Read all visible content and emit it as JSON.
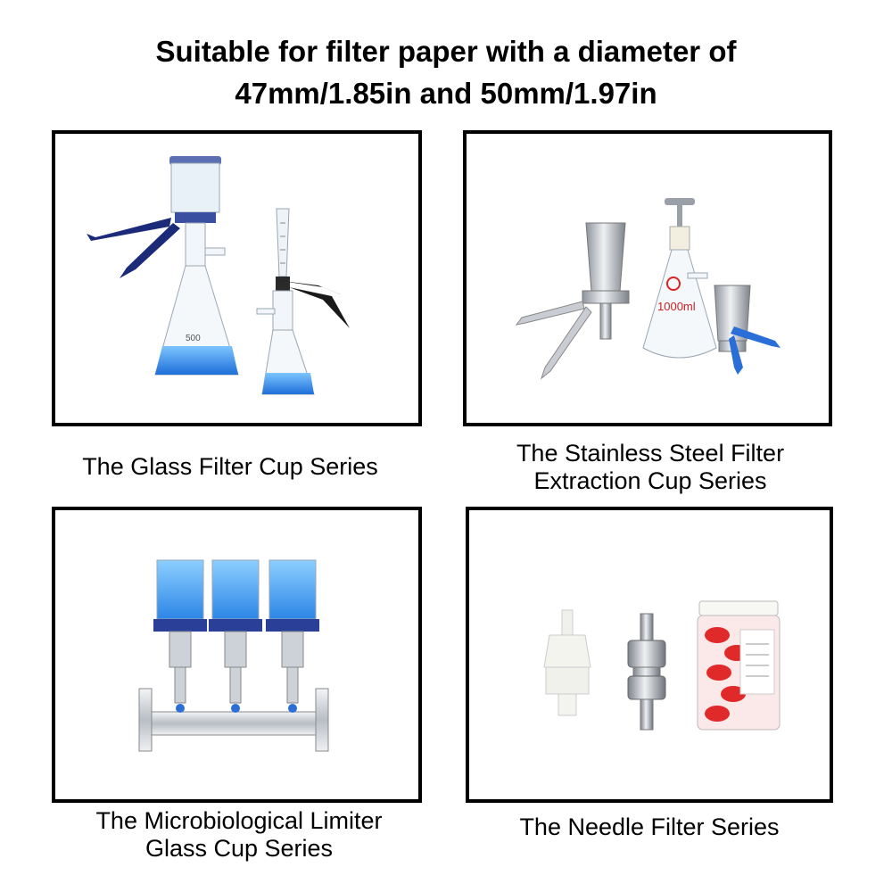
{
  "header": {
    "line1": "Suitable for filter paper with a diameter of",
    "line2": "47mm/1.85in and 50mm/1.97in"
  },
  "panels": [
    {
      "caption_line1": "The Glass Filter Cup Series",
      "caption_line2": "",
      "flask_label_large": "500",
      "icon": "glass-filter-cup-image"
    },
    {
      "caption_line1": "The Stainless Steel Filter",
      "caption_line2": "Extraction Cup Series",
      "flask_label": "1000ml",
      "icon": "stainless-steel-filter-image"
    },
    {
      "caption_line1": "The Microbiological Limiter",
      "caption_line2": "Glass Cup Series",
      "icon": "microbiological-manifold-image"
    },
    {
      "caption_line1": "The Needle Filter Series",
      "caption_line2": "",
      "icon": "needle-filter-image"
    }
  ],
  "colors": {
    "border": "#000000",
    "liquid_blue": "#2f8fe8",
    "clamp_navy": "#1c2a7a",
    "steel": "#c8ccd2",
    "red": "#e02a2a"
  }
}
